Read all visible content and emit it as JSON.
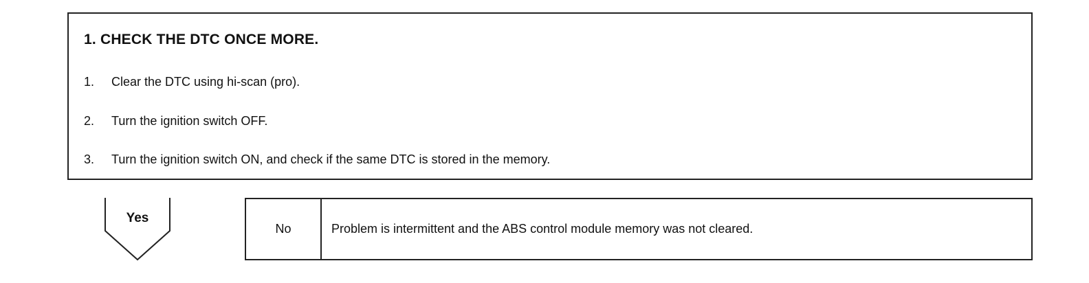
{
  "check": {
    "title": "1.  CHECK THE DTC ONCE MORE.",
    "steps": [
      {
        "num": "1.",
        "text": "Clear the DTC using hi-scan (pro)."
      },
      {
        "num": "2.",
        "text": "Turn the ignition switch OFF."
      },
      {
        "num": "3.",
        "text": "Turn the ignition switch ON, and check if the same DTC is stored in the memory."
      }
    ]
  },
  "yes": {
    "label": "Yes"
  },
  "no": {
    "label": "No",
    "text": "Problem is intermittent and the ABS control module memory was not cleared."
  }
}
